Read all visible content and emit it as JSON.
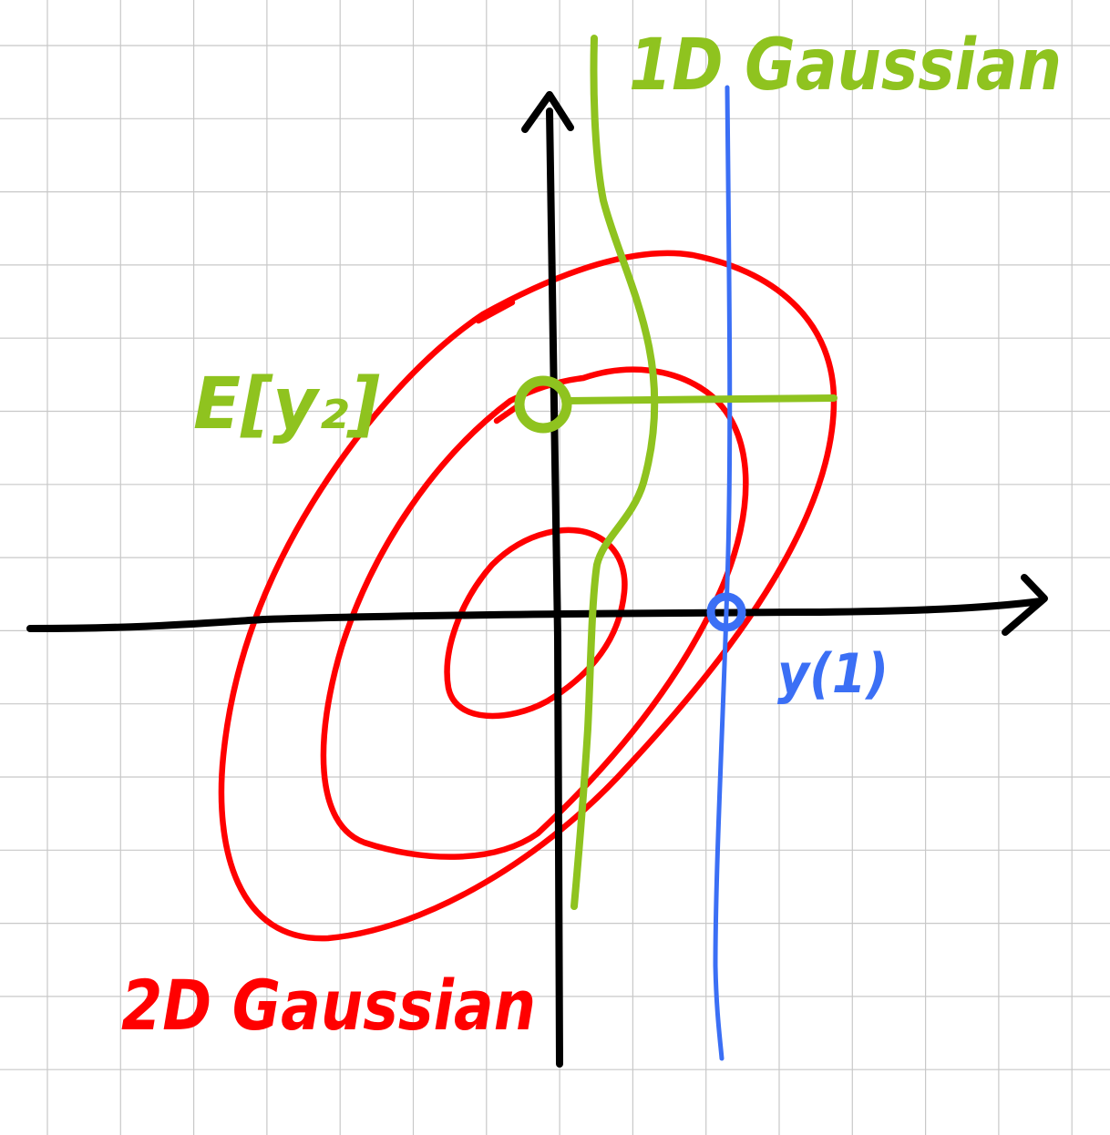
{
  "labels": {
    "one_d_gaussian": "1D Gaussian",
    "two_d_gaussian": "2D Gaussian",
    "expectation": "E[y₂]",
    "observed_value": "y(1)"
  },
  "colors": {
    "background": "#ffffff",
    "grid": "#c8c8c8",
    "axes": "#000000",
    "contours": "#ff0000",
    "conditional": "#8fc31f",
    "observation": "#3b6ff5"
  },
  "icons": {
    "x_axis_arrowhead": "chevron-right-icon",
    "y_axis_arrowhead": "chevron-up-icon",
    "expectation_marker": "circle-marker-icon",
    "observation_marker": "circle-marker-icon"
  }
}
